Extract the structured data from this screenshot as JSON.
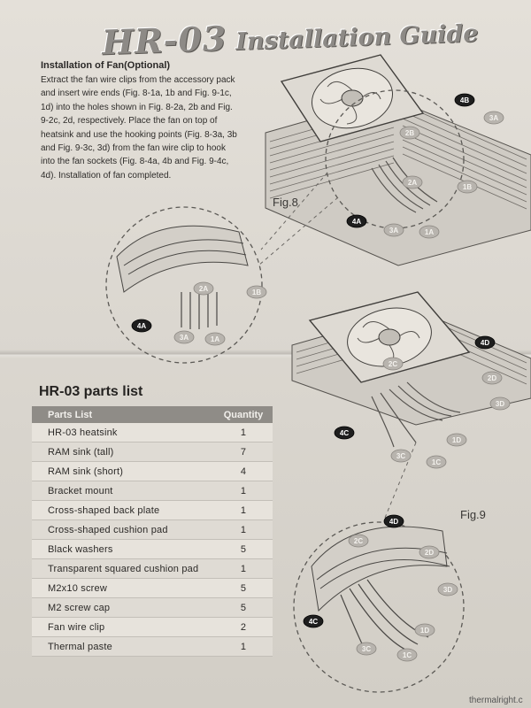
{
  "document": {
    "title_model": "HR-03",
    "title_rest": "Installation Guide"
  },
  "instructions": {
    "heading": "Installation of Fan(Optional)",
    "lines": [
      "Extract the fan wire clips from the accessory pack",
      "and insert wire ends (Fig. 8-1a, 1b and Fig. 9-1c,",
      "1d) into the holes shown in Fig. 8-2a, 2b and Fig.",
      "9-2c, 2d, respectively. Place the fan on top of",
      "heatsink and use the hooking points (Fig. 8-3a, 3b",
      "and Fig. 9-3c, 3d) from the fan wire clip to hook",
      "into the fan sockets (Fig. 8-4a, 4b and Fig. 9-4c,",
      "4d). Installation of fan completed."
    ]
  },
  "figures": {
    "fig8_label": "Fig.8",
    "fig9_label": "Fig.9",
    "fig8_callouts": [
      "4B",
      "3A",
      "2B",
      "1B",
      "2A",
      "4A",
      "3A",
      "1A"
    ],
    "fig8_detail_callouts": [
      "1B",
      "2A",
      "4A",
      "3A",
      "1A"
    ],
    "fig9_callouts": [
      "4D",
      "2C",
      "2D",
      "3D",
      "4C",
      "1D",
      "3C",
      "1C"
    ],
    "fig9_detail_callouts": [
      "4D",
      "2C",
      "2D",
      "3D",
      "4C",
      "1D",
      "3C",
      "1C"
    ]
  },
  "parts": {
    "title": "HR-03 parts list",
    "col_name": "Parts List",
    "col_qty": "Quantity",
    "rows": [
      {
        "name": "HR-03 heatsink",
        "qty": "1"
      },
      {
        "name": "RAM sink (tall)",
        "qty": "7"
      },
      {
        "name": "RAM sink (short)",
        "qty": "4"
      },
      {
        "name": "Bracket mount",
        "qty": "1"
      },
      {
        "name": "Cross-shaped back plate",
        "qty": "1"
      },
      {
        "name": "Cross-shaped cushion pad",
        "qty": "1"
      },
      {
        "name": "Black washers",
        "qty": "5"
      },
      {
        "name": "Transparent squared cushion pad",
        "qty": "1"
      },
      {
        "name": "M2x10 screw",
        "qty": "5"
      },
      {
        "name": "M2 screw cap",
        "qty": "5"
      },
      {
        "name": "Fan wire clip",
        "qty": "2"
      },
      {
        "name": "Thermal paste",
        "qty": "1"
      }
    ]
  },
  "footer": {
    "brand_fragment": "thermalright.c"
  },
  "colors": {
    "callout_dark": "#1e1e1e",
    "callout_light": "#b8b4ae",
    "table_header": "#8f8c87"
  }
}
